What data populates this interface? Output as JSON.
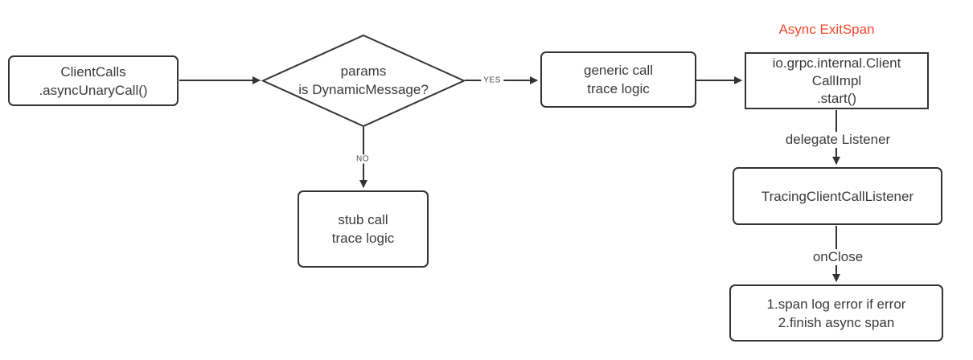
{
  "diagram": {
    "title": {
      "text": "Async ExitSpan",
      "color": "#f5472d"
    },
    "nodes": {
      "client_calls": {
        "lines": [
          "ClientCalls",
          ".asyncUnaryCall()"
        ]
      },
      "decision": {
        "lines": [
          "params",
          "is DynamicMessage?"
        ]
      },
      "generic_call": {
        "lines": [
          "generic call",
          "trace logic"
        ]
      },
      "client_call_impl": {
        "lines": [
          "io.grpc.internal.Client",
          "CallImpl",
          ".start()"
        ]
      },
      "tracing_listener": {
        "lines": [
          "TracingClientCallListener"
        ]
      },
      "on_close_result": {
        "lines": [
          "1.span log error if error",
          "2.finish async span"
        ]
      },
      "stub_call": {
        "lines": [
          "stub call",
          "trace logic"
        ]
      }
    },
    "edge_labels": {
      "yes": "YES",
      "no": "NO",
      "delegate_listener": "delegate Listener",
      "on_close": "onClose"
    },
    "colors": {
      "stroke": "#333333",
      "text": "#3a3a3a",
      "accent_red": "#f5472d",
      "background": "#ffffff"
    }
  }
}
